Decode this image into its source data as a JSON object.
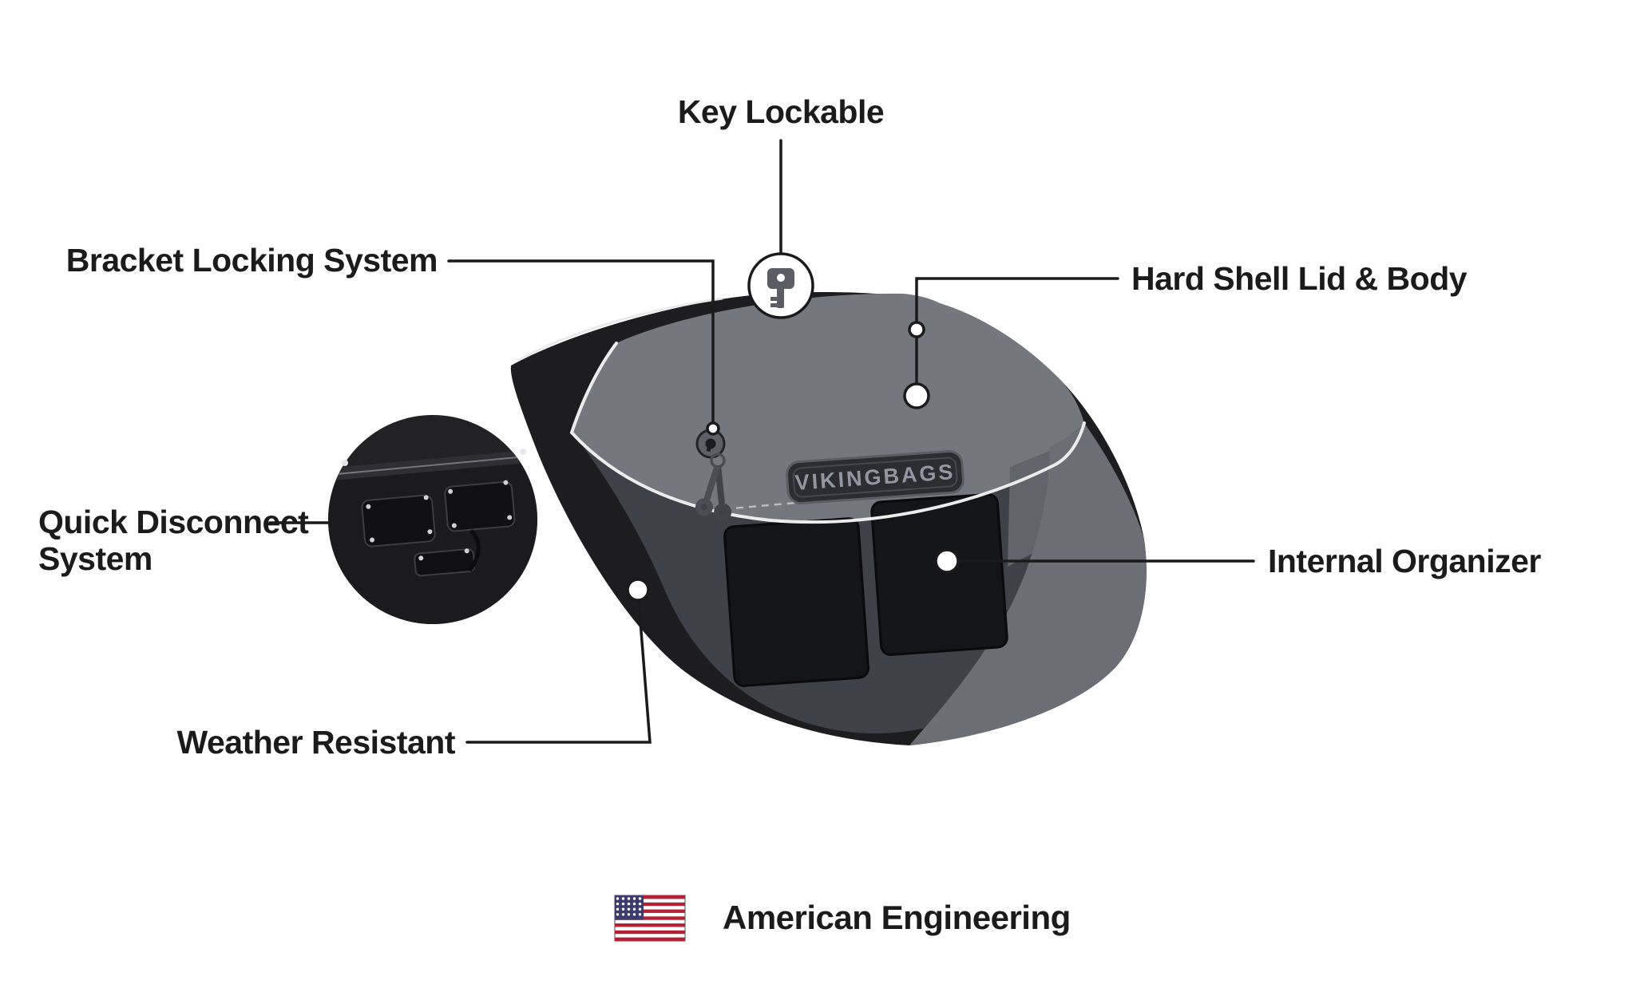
{
  "callouts": {
    "key_lockable": "Key Lockable",
    "bracket_locking_system": "Bracket Locking System",
    "hard_shell_lid_body": "Hard Shell Lid & Body",
    "quick_disconnect_system": "Quick Disconnect System",
    "internal_organizer": "Internal Organizer",
    "weather_resistant": "Weather Resistant"
  },
  "footer": {
    "american_engineering": "American Engineering"
  },
  "product": {
    "badge_text": "VIKINGBAGS"
  },
  "colors": {
    "label_text": "#1b1b1b",
    "callout_line": "#1a1a1a",
    "bag_body": "#1d1d1f",
    "bag_lid": "#74777d",
    "bag_side": "#6b6e74",
    "bag_interior": "#3e4147",
    "pocket": "#141518",
    "badge_bg": "#2b2d31",
    "badge_text_color": "#9196a0",
    "flag_red": "#B22234",
    "flag_blue": "#3C3B6E"
  }
}
